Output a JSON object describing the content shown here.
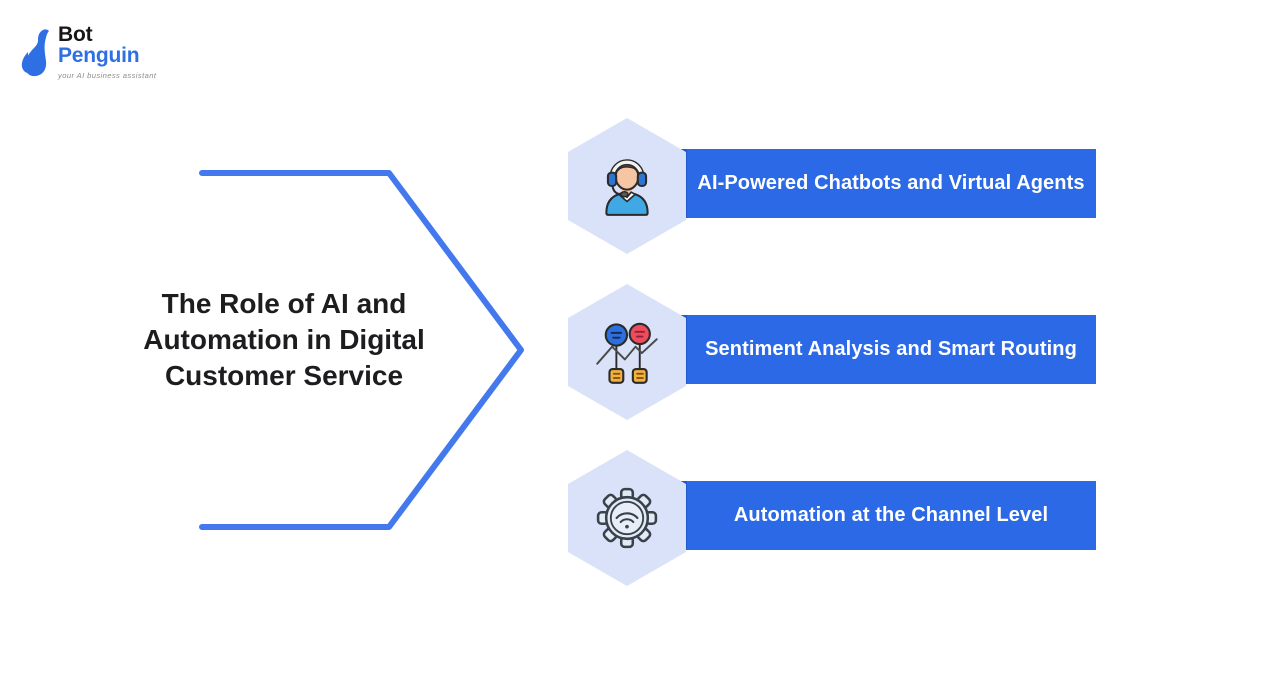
{
  "logo": {
    "brand_top": "Bot",
    "brand_bottom": "Penguin",
    "tagline": "your AI business assistant"
  },
  "title": "The Role of AI and Automation in Digital Customer Service",
  "items": [
    {
      "label": "AI-Powered Chatbots and Virtual Agents",
      "icon": "support-agent-icon"
    },
    {
      "label": "Sentiment Analysis and Smart Routing",
      "icon": "sentiment-chart-icon"
    },
    {
      "label": "Automation at the Channel Level",
      "icon": "gear-wifi-icon"
    }
  ],
  "colors": {
    "banner_blue": "#2B69E6",
    "banner_edge": "#2157CF",
    "banner_text": "#FFFFFF",
    "hex_fill": "#D9E2F9",
    "chevron": "#4379EC",
    "brand_blue": "#2F6FE4",
    "title_text": "#1D1D1F"
  }
}
